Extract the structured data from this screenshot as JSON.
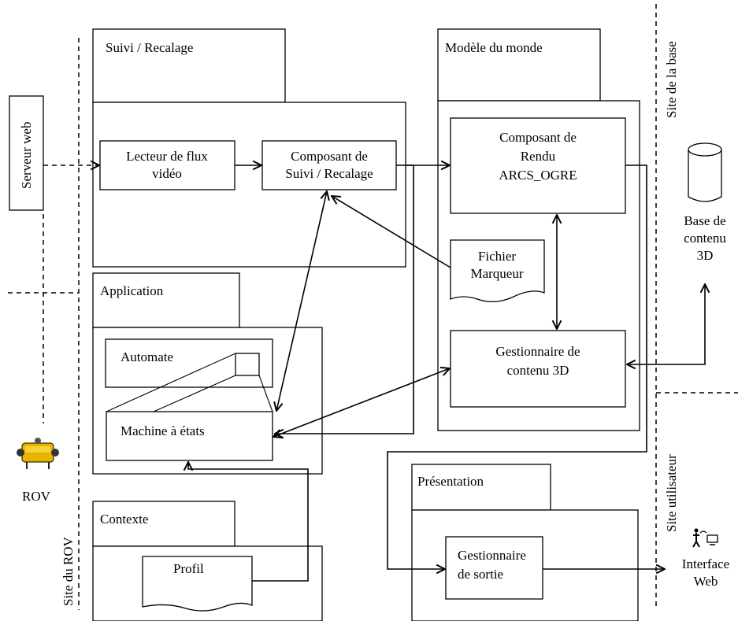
{
  "sites": {
    "base": "Site de la base",
    "rov": "Site du ROV",
    "utilisateur": "Site utilisateur"
  },
  "external": {
    "serveur_web": "Serveur web",
    "rov": "ROV",
    "base_contenu": [
      "Base de",
      "contenu",
      "3D"
    ],
    "interface_web": [
      "Interface",
      "Web"
    ]
  },
  "packages": {
    "suivi": "Suivi / Recalage",
    "modele": "Modèle du monde",
    "application": "Application",
    "contexte": "Contexte",
    "presentation": "Présentation"
  },
  "components": {
    "lecteur": [
      "Lecteur de flux",
      "vidéo"
    ],
    "composant_suivi": [
      "Composant de",
      "Suivi / Recalage"
    ],
    "composant_rendu": [
      "Composant de",
      "Rendu",
      "ARCS_OGRE"
    ],
    "fichier_marqueur": [
      "Fichier",
      "Marqueur"
    ],
    "gestionnaire_contenu": [
      "Gestionnaire de",
      "contenu 3D"
    ],
    "automate": "Automate",
    "machine": "Machine à états",
    "profil": "Profil",
    "gestionnaire_sortie": [
      "Gestionnaire",
      "de sortie"
    ]
  }
}
